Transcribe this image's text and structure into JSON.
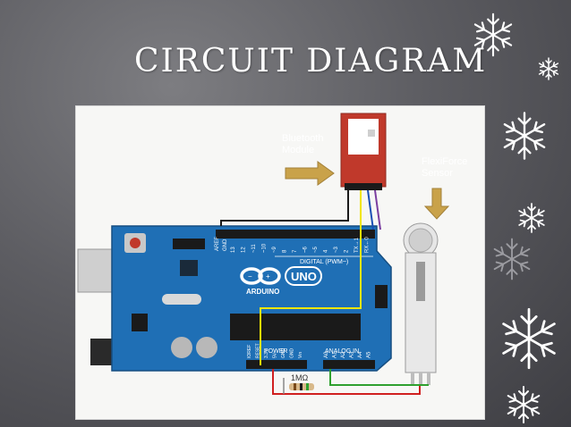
{
  "slide": {
    "title": "CIRCUIT DIAGRAM"
  },
  "diagram": {
    "bluetooth_label": "Bluetooth Module",
    "sensor_label": "FlexiForce Sensor",
    "resistor_label": "1MΩ",
    "board": {
      "brand": "ARDUINO",
      "model": "UNO",
      "digital_header": "DIGITAL (PWM~)",
      "power_header": "POWER",
      "analog_header": "ANALOG IN",
      "aref": "AREF",
      "gnd": "GND",
      "digital_pins": [
        "13",
        "12",
        "~11",
        "~10",
        "~9",
        "8",
        "7",
        "~6",
        "~5",
        "4",
        "~3",
        "2",
        "TX→1",
        "RX←0"
      ],
      "power_pins": [
        "IOREF",
        "RESET",
        "3.3V",
        "5V",
        "GND",
        "GND",
        "Vin"
      ],
      "analog_pins": [
        "A0",
        "A1",
        "A2",
        "A3",
        "A4",
        "A5"
      ]
    }
  },
  "icons": [
    "snowflake-icon"
  ]
}
